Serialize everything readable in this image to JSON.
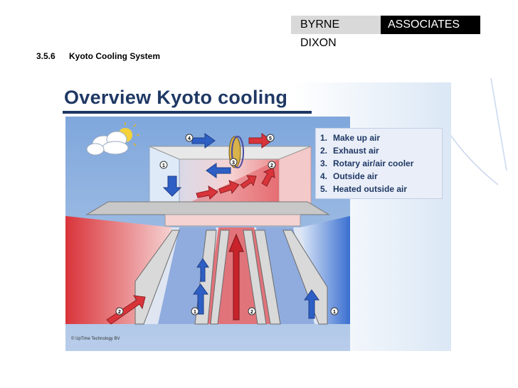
{
  "header": {
    "brand_left": "BYRNE DIXON",
    "brand_right": "ASSOCIATES"
  },
  "section": {
    "number": "3.5.6",
    "title": "Kyoto Cooling System"
  },
  "slide": {
    "title": "Overview Kyoto cooling",
    "copyright": "© UpTime Technology BV",
    "legend": [
      {
        "n": "1.",
        "label": "Make up air"
      },
      {
        "n": "2.",
        "label": "Exhaust air"
      },
      {
        "n": "3.",
        "label": "Rotary air/air cooler"
      },
      {
        "n": "4.",
        "label": "Outside air"
      },
      {
        "n": "5.",
        "label": "Heated outside air"
      }
    ],
    "markers": [
      "4",
      "5",
      "3",
      "1",
      "2",
      "2",
      "1",
      "2",
      "1"
    ],
    "colors": {
      "hot": "#d9343a",
      "cold": "#2e5fc4",
      "title": "#1f3864"
    }
  }
}
